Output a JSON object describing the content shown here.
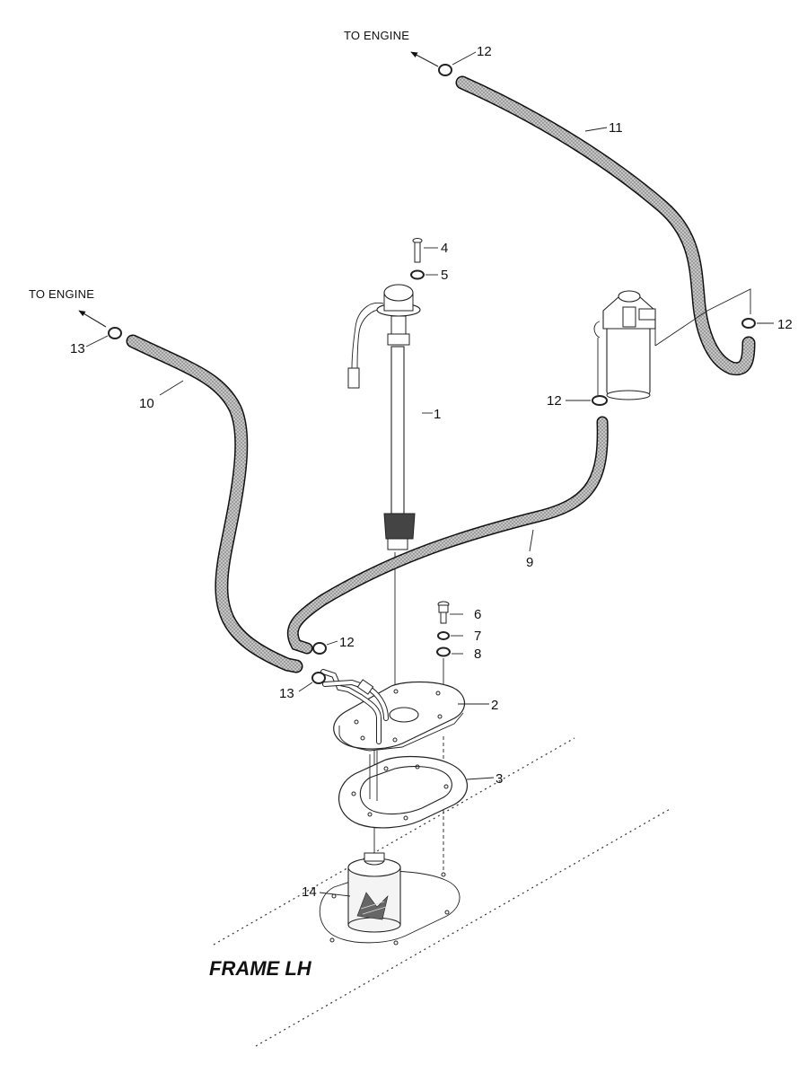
{
  "title": "FRAME LH",
  "directions": {
    "to_engine_top": "TO ENGINE",
    "to_engine_left": "TO ENGINE"
  },
  "callouts": {
    "c1": "1",
    "c2": "2",
    "c3": "3",
    "c4": "4",
    "c5": "5",
    "c6": "6",
    "c7": "7",
    "c8": "8",
    "c9": "9",
    "c10": "10",
    "c11": "11",
    "c12a": "12",
    "c12b": "12",
    "c12c": "12",
    "c12d": "12",
    "c13a": "13",
    "c13b": "13",
    "c14": "14"
  },
  "colors": {
    "hose_fill": "#b9b9b9",
    "line": "#222222"
  }
}
